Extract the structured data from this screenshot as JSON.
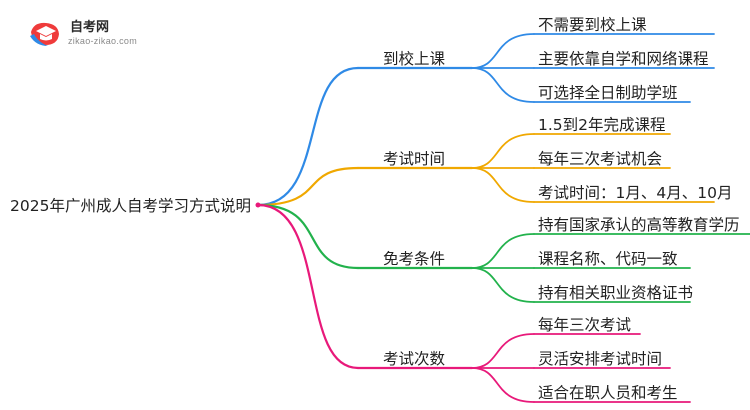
{
  "logo": {
    "title": "自考网",
    "subtitle": "zikao-zikao.com"
  },
  "root": {
    "label": "2025年广州成人自考学习方式说明"
  },
  "branches": [
    {
      "label": "到校上课",
      "color": "#2f8ae6",
      "leaves": [
        "不需要到校上课",
        "主要依靠自学和网络课程",
        "可选择全日制助学班"
      ]
    },
    {
      "label": "考试时间",
      "color": "#f0a800",
      "leaves": [
        "1.5到2年完成课程",
        "每年三次考试机会",
        "考试时间：1月、4月、10月"
      ]
    },
    {
      "label": "免考条件",
      "color": "#22b24c",
      "leaves": [
        "持有国家承认的高等教育学历",
        "课程名称、代码一致",
        "持有相关职业资格证书"
      ]
    },
    {
      "label": "考试次数",
      "color": "#e8197a",
      "leaves": [
        "每年三次考试",
        "灵活安排考试时间",
        "适合在职人员和考生"
      ]
    }
  ]
}
